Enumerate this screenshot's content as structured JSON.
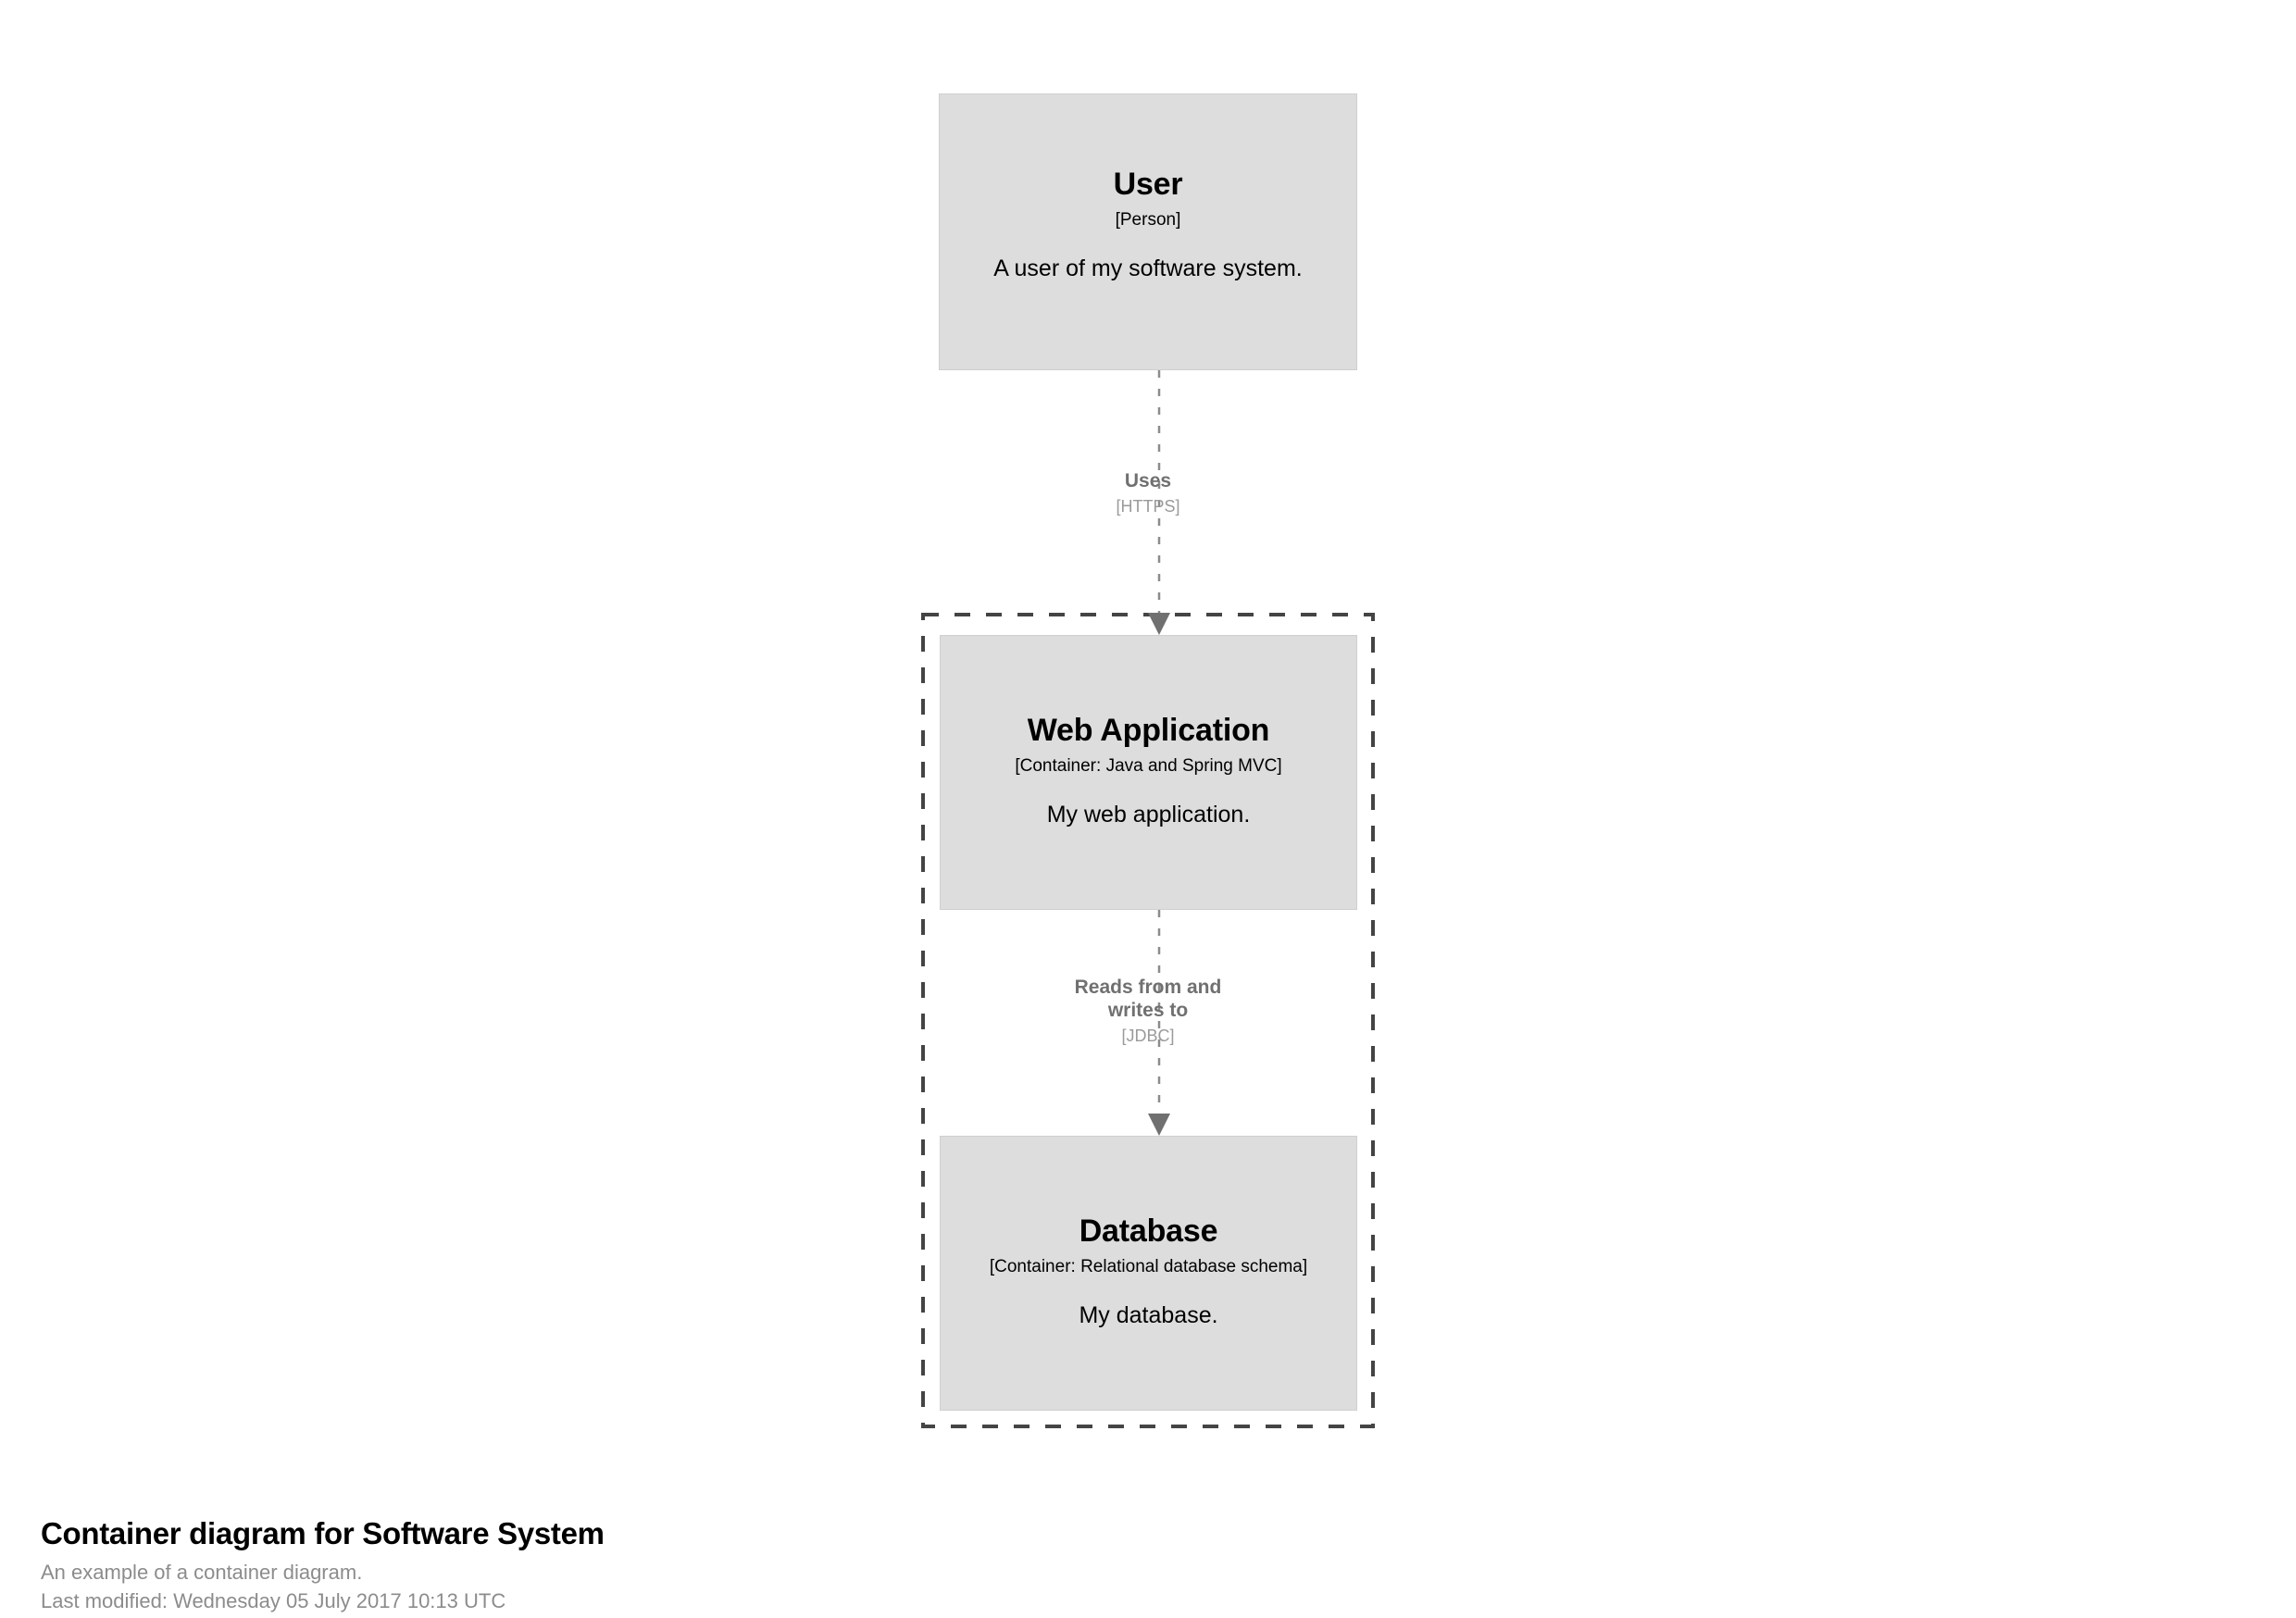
{
  "diagram": {
    "type": "c4-container-diagram",
    "background_color": "#ffffff",
    "element_fill_color": "#dddddd",
    "element_border_color": "#cfcfcf",
    "boundary_line_color": "#444444",
    "relationship_line_color": "#8c8c8c",
    "relationship_label_color": "#707070",
    "relationship_tech_color": "#9a9a9a"
  },
  "nodes": {
    "user": {
      "name": "User",
      "tech": "[Person]",
      "description": "A user of my software system."
    },
    "web_application": {
      "name": "Web Application",
      "tech": "[Container: Java and Spring MVC]",
      "description": "My web application."
    },
    "database": {
      "name": "Database",
      "tech": "[Container: Relational database schema]",
      "description": "My database."
    }
  },
  "relationships": {
    "user_to_webapp": {
      "description": "Uses",
      "technology": "[HTTPS]",
      "from": "User",
      "to": "Web Application"
    },
    "webapp_to_database": {
      "description": "Reads from and\nwrites to",
      "technology": "[JDBC]",
      "from": "Web Application",
      "to": "Database"
    }
  },
  "caption": {
    "title": "Container diagram for Software System",
    "subtitle": "An example of a container diagram.",
    "last_modified": "Last modified: Wednesday 05 July 2017 10:13 UTC"
  }
}
